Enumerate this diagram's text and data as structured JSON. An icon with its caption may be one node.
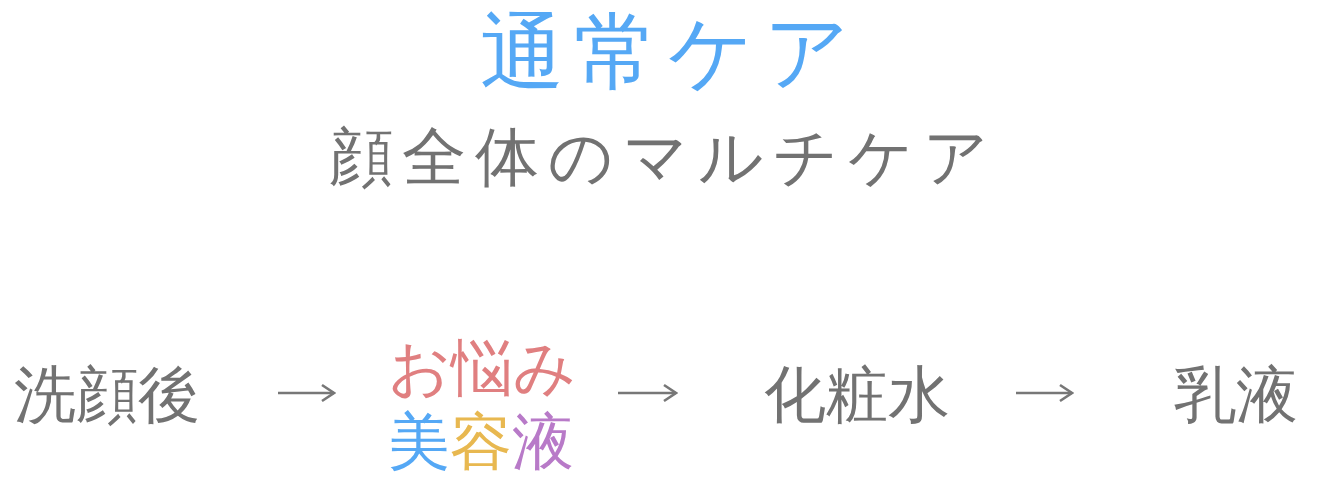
{
  "diagram": {
    "title": "通常ケア",
    "nodes": [
      {
        "text": [
          "洗顔後"
        ]
      },
      {
        "text": [
          "お悩み美容液"
        ]
      },
      {
        "text": [
          "化粧水"
        ]
      },
      {
        "text": [
          "乳液"
        ]
      }
    ],
    "edges": [
      {
        "from": 0,
        "to": 1,
        "arrow": "to"
      },
      {
        "from": 1,
        "to": 2,
        "arrow": "to"
      },
      {
        "from": 2,
        "to": 3,
        "arrow": "to"
      }
    ],
    "labels": [
      "顔全体のマルチケア"
    ]
  }
}
